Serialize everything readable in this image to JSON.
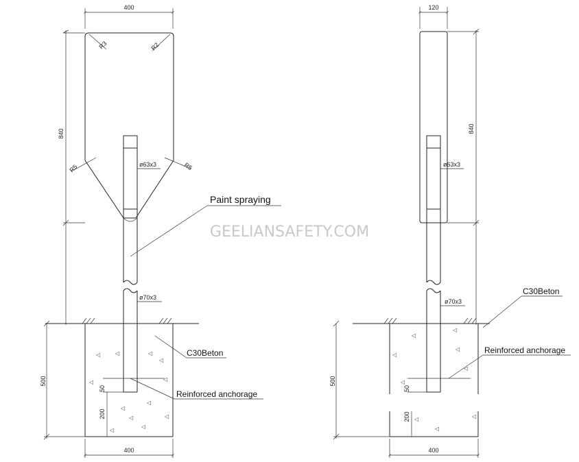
{
  "left": {
    "dim_width_top": "400",
    "radius_top_left": "R3",
    "radius_top_right": "R2",
    "dim_height": "840",
    "radius_bottom_left": "R5",
    "radius_bottom_right": "R5",
    "pipe_upper": "ø63x3",
    "pipe_lower": "ø70x3",
    "paint_label": "Paint spraying",
    "concrete_label": "C30Beton",
    "anchorage_label": "Reinforced anchorage",
    "dim_depth": "500",
    "dim_anchor": "50",
    "dim_bottom_gap": "200",
    "dim_width_bottom": "400"
  },
  "right": {
    "dim_width_top": "120",
    "dim_height": "840",
    "pipe_upper": "ø63x3",
    "pipe_lower": "ø70x3",
    "concrete_label": "C30Beton",
    "anchorage_label": "Reinforced anchorage",
    "dim_depth": "500",
    "dim_anchor": "50",
    "dim_bottom_gap": "200",
    "dim_width_bottom": "400"
  },
  "watermark": "GEELIANSAFETY.COM"
}
